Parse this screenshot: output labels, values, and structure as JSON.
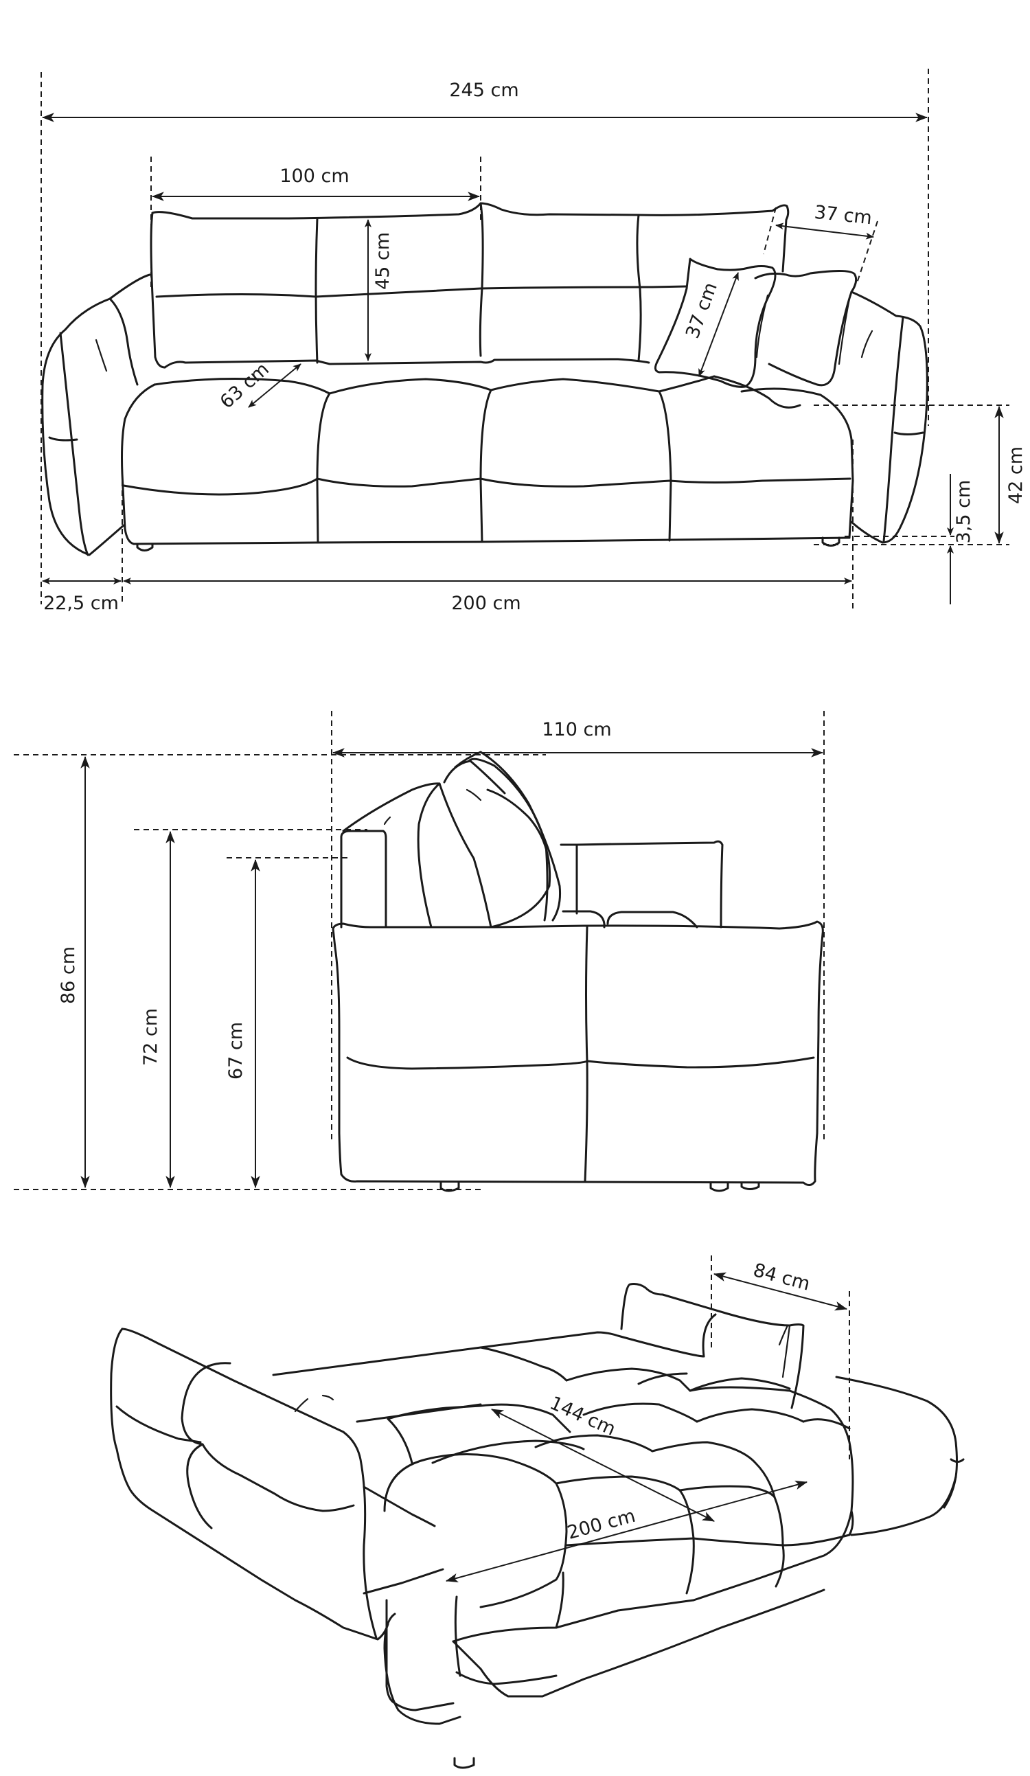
{
  "diagram": {
    "subject": "Sofa bed dimension drawing",
    "views": [
      {
        "name": "front-view",
        "dimensions": {
          "total_width": "245 cm",
          "backrest_cushion_width": "100 cm",
          "backrest_cushion_height": "45 cm",
          "pillow_depth": "37 cm",
          "pillow_height": "37 cm",
          "seat_depth": "63 cm",
          "armrest_width": "22,5 cm",
          "seat_width": "200 cm",
          "armrest_height": "42 cm",
          "clearance": "3,5 cm"
        }
      },
      {
        "name": "side-view",
        "dimensions": {
          "depth": "110 cm",
          "total_height": "86 cm",
          "backrest_height": "72 cm",
          "armrest_height": "67 cm"
        }
      },
      {
        "name": "bed-view",
        "dimensions": {
          "armrest_depth": "84 cm",
          "sleeping_width": "144 cm",
          "sleeping_length": "200 cm"
        }
      }
    ]
  },
  "colors": {
    "line": "#1a1a1a",
    "background": "#ffffff"
  }
}
